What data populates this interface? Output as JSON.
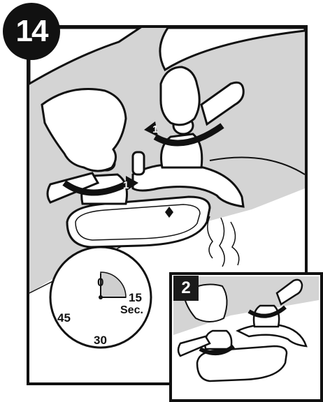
{
  "step": {
    "number": "14"
  },
  "timer": {
    "label_top": "0",
    "label_right": "15",
    "label_right_unit": "Sec.",
    "label_bottom": "30",
    "label_left": "45",
    "shaded_fraction": 0.25
  },
  "rotation_arrows": {
    "left_label": "1",
    "right_label": "1"
  },
  "inset": {
    "number": "2"
  },
  "colors": {
    "outline": "#111111",
    "background_gray": "#d4d4d4",
    "timer_fill": "#cfcfcf",
    "faucet_fill": "#ffffff"
  }
}
